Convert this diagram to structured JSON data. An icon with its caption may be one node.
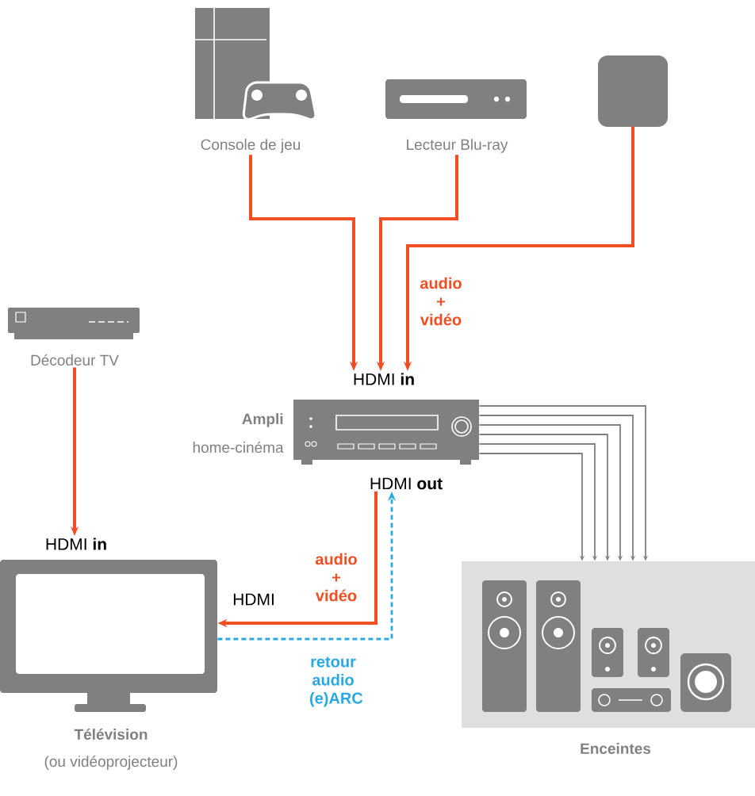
{
  "diagram": {
    "nodes": [
      {
        "text": [
          "Console de jeu"
        ]
      },
      {
        "text": [
          "Lecteur Blu-ray"
        ]
      },
      {
        "text": [],
        "shape": "box"
      },
      {
        "text": [
          "Décodeur TV"
        ]
      },
      {
        "text": [
          "Ampli",
          "home-cinéma"
        ],
        "beside": [
          "HDMI **in**",
          "HDMI **out**"
        ]
      },
      {
        "text": [
          "Télévision",
          "(ou vidéoprojecteur)"
        ],
        "beside": [
          "HDMI **in**"
        ]
      },
      {
        "text": [
          "Enceintes"
        ]
      }
    ],
    "edges": [
      {
        "from": 0,
        "to": 4,
        "arrow": "to",
        "color": "#f04e23"
      },
      {
        "from": 1,
        "to": 4,
        "arrow": "to",
        "color": "#f04e23"
      },
      {
        "from": 2,
        "to": 4,
        "arrow": "to",
        "label": "audio + vidéo",
        "color": "#f04e23"
      },
      {
        "from": 3,
        "to": 5,
        "arrow": "to",
        "color": "#f04e23"
      },
      {
        "from": 4,
        "to": 5,
        "arrow": "to",
        "label": "audio + vidéo",
        "color": "#f04e23"
      },
      {
        "from": 5,
        "to": 4,
        "arrow": "to",
        "label": "retour audio (e)ARC",
        "style": "dashed",
        "color": "#29a9e0"
      },
      {
        "from": 4,
        "to": 6,
        "arrow": "to"
      },
      {
        "from": 4,
        "to": 6,
        "arrow": "to"
      },
      {
        "from": 4,
        "to": 6,
        "arrow": "to"
      },
      {
        "from": 4,
        "to": 6,
        "arrow": "to"
      },
      {
        "from": 4,
        "to": 6,
        "arrow": "to"
      },
      {
        "from": 4,
        "to": 6,
        "arrow": "to"
      }
    ],
    "labels": [
      "HDMI"
    ]
  }
}
